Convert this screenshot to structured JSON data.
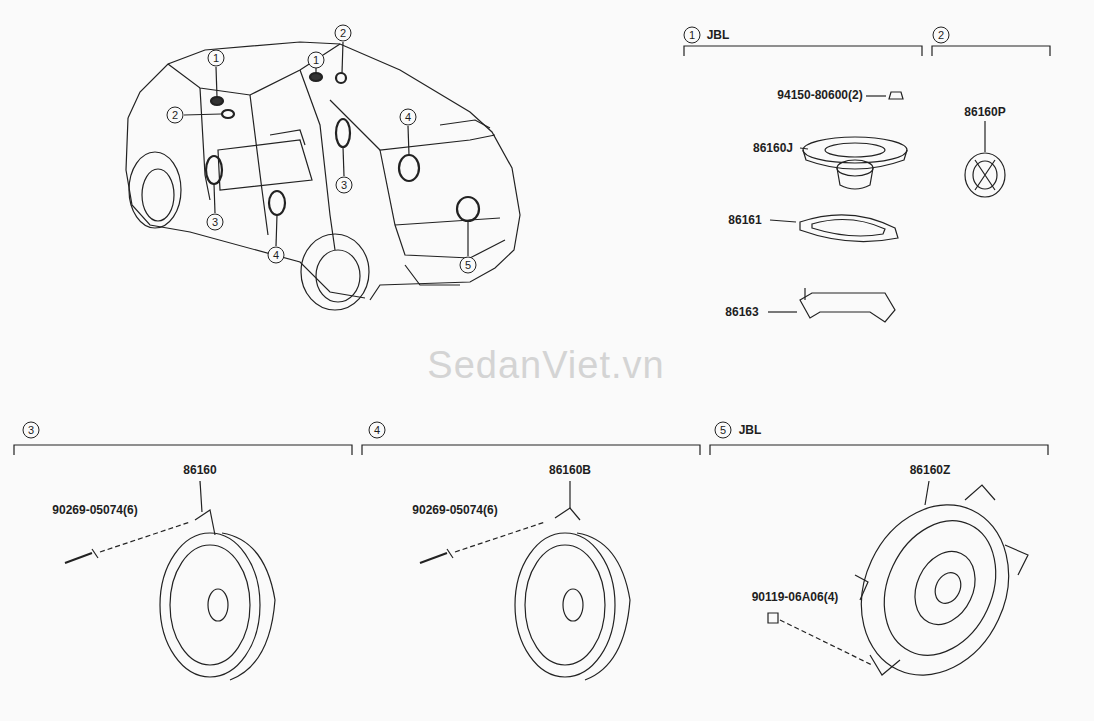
{
  "diagram": {
    "labels": [
      "1",
      "2",
      "1",
      "2",
      "4",
      "3",
      "3",
      "4",
      "5",
      "1",
      "JBL",
      "2",
      "94150-80600(2)",
      "86160J",
      "86161",
      "86163",
      "86160P",
      "SedanViet.vn",
      "3",
      "86160",
      "90269-05074(6)",
      "4",
      "86160B",
      "90269-05074(6)",
      "5",
      "JBL",
      "86160Z",
      "90119-06A06(4)"
    ]
  }
}
